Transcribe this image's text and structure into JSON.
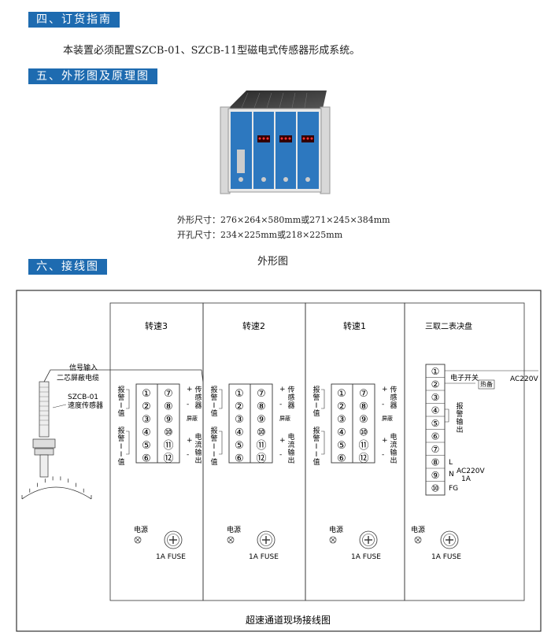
{
  "section4": {
    "header": "四、订货指南",
    "body": "本装置必须配置SZCB-01、SZCB-11型磁电式传感器形成系统。"
  },
  "section5": {
    "header": "五、外形图及原理图",
    "dim_outline": "外形尺寸：276×264×580mm或271×245×384mm",
    "dim_cutout": "开孔尺寸：234×225mm或218×225mm",
    "caption": "外形图"
  },
  "section6": {
    "header": "六、接线图",
    "sensor": {
      "signal_input": "信号输入",
      "cable": "二芯屏蔽电缆",
      "model": "SZCB-01",
      "name": "速度传感器"
    },
    "modules": [
      {
        "title": "转速3"
      },
      {
        "title": "转速2"
      },
      {
        "title": "转速1"
      }
    ],
    "terminal_left": [
      "①",
      "②",
      "③",
      "④",
      "⑤",
      "⑥"
    ],
    "terminal_right": [
      "⑦",
      "⑧",
      "⑨",
      "⑩",
      "⑪",
      "⑫"
    ],
    "alarm_1": "报警I值",
    "alarm_2": "报警II值",
    "sensor_label": "传感器",
    "shield_label": "屏蔽",
    "current_out": "电流输出",
    "plus": "+",
    "minus": "-",
    "power_label": "电源",
    "fuse_label": "1A FUSE",
    "voter": {
      "title": "三取二表决盘",
      "terminals": [
        "①",
        "②",
        "③",
        "④",
        "⑤",
        "⑥",
        "⑦",
        "⑧",
        "⑨",
        "⑩"
      ],
      "switch": "电子开关",
      "ac_top": "AC220V",
      "hot_backup": "热备",
      "alarm_out": "报警输出",
      "L": "L",
      "N": "N",
      "ac_bottom": "AC220V",
      "amp": "1A",
      "FG": "FG"
    },
    "caption": "超速通道现场接线图"
  }
}
